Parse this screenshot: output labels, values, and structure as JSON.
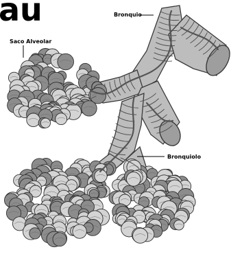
{
  "title_partial": "au",
  "labels": {
    "bronquio": "Bronquio",
    "saco_alveolar": "Saco Alveolar",
    "bronquiolo": "Bronquiolo"
  },
  "colors": {
    "airway_fill": "#bdbdbd",
    "airway_shade": "#9e9e9e",
    "outline": "#333333",
    "alveolus_light": "#d4d4d4",
    "alveolus_dark": "#8c8c8c"
  }
}
